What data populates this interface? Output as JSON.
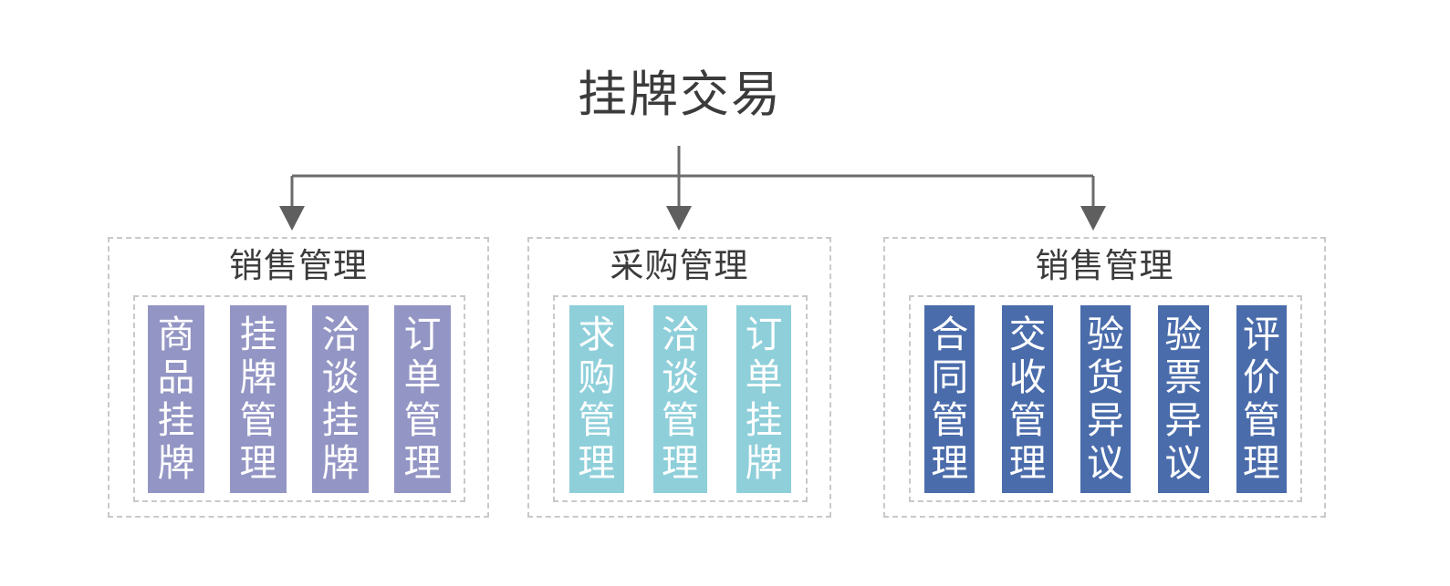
{
  "diagram": {
    "title": "挂牌交易",
    "connector_color": "#6b6b6b",
    "box_border_color": "#c9c9c9",
    "title_color": "#3b3b3b",
    "groups": [
      {
        "id": "sales-listing",
        "title": "销售管理",
        "card_color": "#9395c4",
        "card_text_color": "#ffffff",
        "items": [
          {
            "label": "商品挂牌"
          },
          {
            "label": "挂牌管理"
          },
          {
            "label": "洽谈挂牌"
          },
          {
            "label": "订单管理"
          }
        ]
      },
      {
        "id": "purchase",
        "title": "采购管理",
        "card_color": "#8ecfda",
        "card_text_color": "#ffffff",
        "items": [
          {
            "label": "求购管理"
          },
          {
            "label": "洽谈管理"
          },
          {
            "label": "订单挂牌"
          }
        ]
      },
      {
        "id": "sales-order",
        "title": "销售管理",
        "card_color": "#4a6cab",
        "card_text_color": "#ffffff",
        "items": [
          {
            "label": "合同管理"
          },
          {
            "label": "交收管理"
          },
          {
            "label": "验货异议"
          },
          {
            "label": "验票异议"
          },
          {
            "label": "评价管理"
          }
        ]
      }
    ]
  },
  "chart_data": {
    "type": "diagram",
    "title": "挂牌交易",
    "structure": "tree",
    "root": "挂牌交易",
    "branches": [
      {
        "node": "销售管理",
        "children": [
          "商品挂牌",
          "挂牌管理",
          "洽谈挂牌",
          "订单管理"
        ]
      },
      {
        "node": "采购管理",
        "children": [
          "求购管理",
          "洽谈管理",
          "订单挂牌"
        ]
      },
      {
        "node": "销售管理",
        "children": [
          "合同管理",
          "交收管理",
          "验货异议",
          "验票异议",
          "评价管理"
        ]
      }
    ]
  }
}
